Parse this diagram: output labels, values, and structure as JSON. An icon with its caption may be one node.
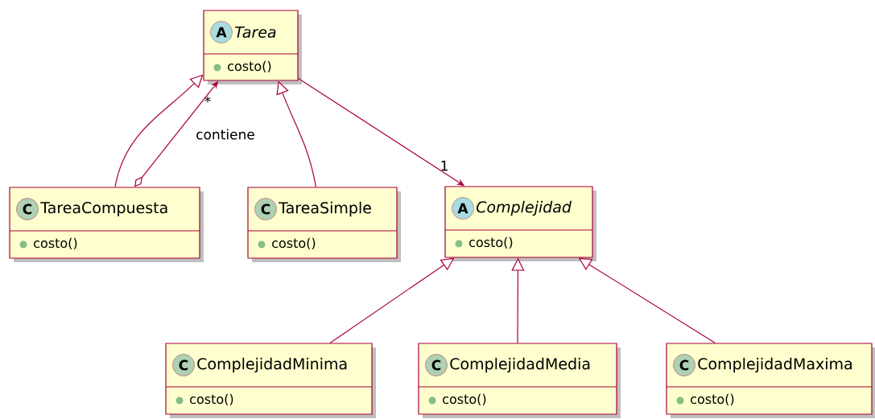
{
  "diagram": {
    "nodes": [
      {
        "text": [
          "A",
          "Tarea",
          "costo()"
        ]
      },
      {
        "text": [
          "C",
          "TareaCompuesta",
          "costo()"
        ]
      },
      {
        "text": [
          "C",
          "TareaSimple",
          "costo()"
        ]
      },
      {
        "text": [
          "A",
          "Complejidad",
          "costo()"
        ]
      },
      {
        "text": [
          "C",
          "ComplejidadMinima",
          "costo()"
        ]
      },
      {
        "text": [
          "C",
          "ComplejidadMedia",
          "costo()"
        ]
      },
      {
        "text": [
          "C",
          "ComplejidadMaxima",
          "costo()"
        ]
      }
    ],
    "edges": [
      {
        "from": 1,
        "to": 0,
        "arrow": "to"
      },
      {
        "from": 1,
        "to": 0,
        "arrow": "to",
        "label": "contiene"
      },
      {
        "from": 2,
        "to": 0,
        "arrow": "to"
      },
      {
        "from": 0,
        "to": 3,
        "arrow": "to"
      },
      {
        "from": 4,
        "to": 3,
        "arrow": "to"
      },
      {
        "from": 5,
        "to": 3,
        "arrow": "to"
      },
      {
        "from": 6,
        "to": 3,
        "arrow": "to"
      }
    ],
    "labels": [
      "*",
      "1"
    ]
  }
}
